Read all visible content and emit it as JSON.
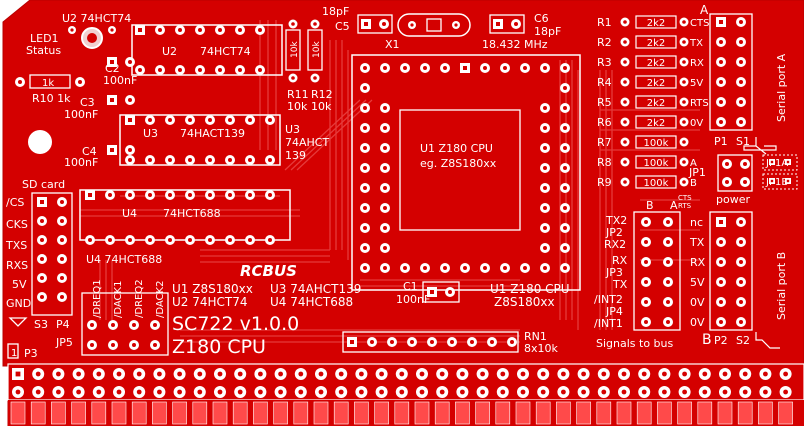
{
  "board": {
    "name": "SC722 v1.0.0",
    "subtitle": "Z180 CPU",
    "logo": "RCBUS",
    "colors": {
      "pcb": "#d40000",
      "pcb_dark": "#b00000",
      "trace": "#e53a3a",
      "silk": "#ffffff",
      "pad": "#ffffff"
    }
  },
  "labels": {
    "u2_top": "U2 74HCT74",
    "led1": "LED1",
    "status": "Status",
    "c2": "C2",
    "c2_val": "100nF",
    "u2_inside": "U2",
    "u2_part": "74HCT74",
    "r10_val": "1k",
    "r10": "R10 1k",
    "c3": "C3",
    "c3_val": "100nF",
    "u3": "U3",
    "u3_part": "74HACT139",
    "u3_side1": "U3",
    "u3_side2": "74AHCT",
    "u3_side3": "139",
    "c4": "C4",
    "c4_val": "100nF",
    "r11_val": "10k",
    "r12_val": "10k",
    "r11": "R11",
    "r12": "R12",
    "r11_v": "10k",
    "r12_v": "10k",
    "c5_val": "18pF",
    "c5": "C5",
    "x1": "X1",
    "c6": "C6",
    "c6_val": "18pF",
    "freq": "18.432 MHz",
    "u1_a": "U1  Z180 CPU",
    "u1_b": "eg.  Z8S180xx",
    "sd_card": "SD card",
    "cs": "/CS",
    "cks": "CKS",
    "txs": "TXS",
    "rxs": "RXS",
    "v5": "5V",
    "gnd": "GND",
    "s3": "S3",
    "p4": "P4",
    "u4": "U4",
    "u4_part": "74HCT688",
    "u4_label": "U4 74HCT688",
    "logo": "RCBUS",
    "list1": "U1  Z8S180xx",
    "list2": "U2  74HCT74",
    "list3": "U3  74AHCT139",
    "list4": "U4  74HCT688",
    "c1": "C1",
    "c1_val": "100nF",
    "u1_c": "U1  Z180  CPU",
    "u1_d": "Z8S180xx",
    "jp5": "JP5",
    "dreq1": "/DREQ1",
    "dack1": "/DACK1",
    "dreq2": "/DREQ2",
    "dack2": "/DACK2",
    "title": "SC722 v1.0.0",
    "title2": "Z180 CPU",
    "p3_pin": "1",
    "p3": "P3",
    "rn1": "RN1",
    "rn1_val": "8x10k",
    "res_rows": [
      {
        "ref": "R1",
        "val": "2k2",
        "sig": "CTS"
      },
      {
        "ref": "R2",
        "val": "2k2",
        "sig": "TX"
      },
      {
        "ref": "R3",
        "val": "2k2",
        "sig": "RX"
      },
      {
        "ref": "R4",
        "val": "2k2",
        "sig": "5V"
      },
      {
        "ref": "R5",
        "val": "2k2",
        "sig": "RTS"
      },
      {
        "ref": "R6",
        "val": "2k2",
        "sig": "0V"
      },
      {
        "ref": "R7",
        "val": "100k",
        "sig": ""
      },
      {
        "ref": "R8",
        "val": "100k",
        "sig": "A"
      },
      {
        "ref": "R9",
        "val": "100k",
        "sig": "B"
      }
    ],
    "port_a_letter": "A",
    "serial_a": "Serial port A",
    "p1": "P1",
    "s1": "S1",
    "jp1": "JP1",
    "jp1a": "JP1A",
    "jp1b": "JP1B",
    "power": "power",
    "b_head": "B",
    "a_head": "A",
    "cts_small": "CTS",
    "rts_small": "RTS",
    "tx2": "TX2",
    "jp2": "JP2",
    "rx2": "RX2",
    "rx": "RX",
    "jp3": "JP3",
    "tx": "TX",
    "int2": "/INT2",
    "jp4": "JP4",
    "int1": "/INT1",
    "signals": "Signals to bus",
    "port_b_rows": [
      "nc",
      "TX",
      "RX",
      "5V",
      "0V",
      "0V"
    ],
    "port_b_letter": "B",
    "serial_b": "Serial port B",
    "p2": "P2",
    "s2": "S2"
  }
}
